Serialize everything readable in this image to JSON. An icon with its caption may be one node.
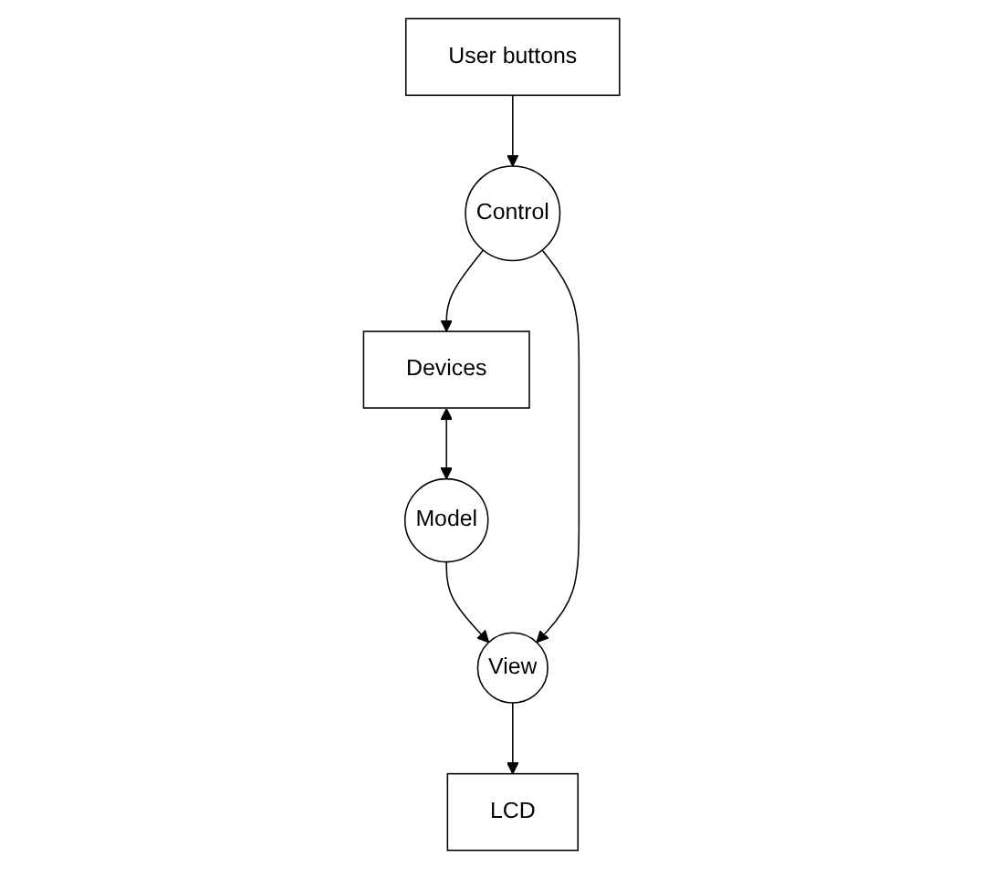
{
  "diagram": {
    "nodes": [
      {
        "text": [
          "Devices"
        ]
      },
      {
        "text": [
          "Model"
        ]
      },
      {
        "text": [
          "Control"
        ]
      },
      {
        "text": [
          "View"
        ]
      },
      {
        "text": [
          "User buttons"
        ]
      },
      {
        "text": [
          "LCD"
        ]
      }
    ],
    "edges": [
      {
        "from": 0,
        "to": 1,
        "arrow": "both"
      },
      {
        "from": 2,
        "to": 0,
        "arrow": "to"
      },
      {
        "from": 1,
        "to": 3,
        "arrow": "to"
      },
      {
        "from": 2,
        "to": 3,
        "arrow": "to"
      },
      {
        "from": 4,
        "to": 2,
        "arrow": "to"
      },
      {
        "from": 3,
        "to": 5,
        "arrow": "to"
      }
    ]
  }
}
